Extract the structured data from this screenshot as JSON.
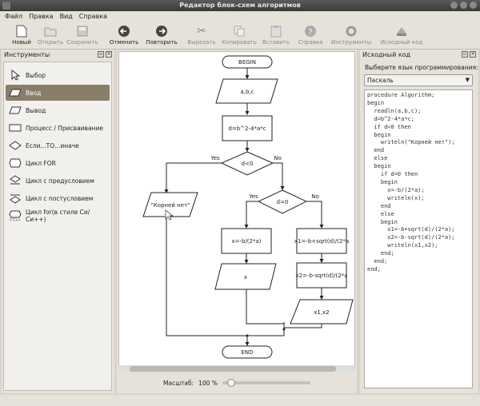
{
  "window": {
    "title": "Редактор блок-схем алгоритмов"
  },
  "menu": [
    "Файл",
    "Правка",
    "Вид",
    "Справка"
  ],
  "toolbar": [
    {
      "label": "Новый",
      "icon": "new-document-icon",
      "enabled": true
    },
    {
      "label": "Открыть",
      "icon": "open-folder-icon",
      "enabled": false
    },
    {
      "label": "Сохранить",
      "icon": "save-icon",
      "enabled": false
    },
    {
      "label": "Отменить",
      "icon": "undo-icon",
      "enabled": true
    },
    {
      "label": "Повторить",
      "icon": "redo-icon",
      "enabled": true
    },
    {
      "label": "Вырезать",
      "icon": "cut-icon",
      "enabled": false
    },
    {
      "label": "Копировать",
      "icon": "copy-icon",
      "enabled": false
    },
    {
      "label": "Вставить",
      "icon": "paste-icon",
      "enabled": false
    },
    {
      "label": "Справка",
      "icon": "help-icon",
      "enabled": false
    },
    {
      "label": "Инструменты",
      "icon": "tools-icon",
      "enabled": false
    },
    {
      "label": "Исходный код",
      "icon": "source-code-icon",
      "enabled": false
    }
  ],
  "tools_panel": {
    "title": "Инструменты",
    "items": [
      {
        "label": "Выбор",
        "icon": "cursor-icon",
        "selected": false
      },
      {
        "label": "Ввод",
        "icon": "input-block-icon",
        "selected": true
      },
      {
        "label": "Вывод",
        "icon": "output-block-icon",
        "selected": false
      },
      {
        "label": "Процесс / Присваивание",
        "icon": "process-block-icon",
        "selected": false
      },
      {
        "label": "Если...ТО...иначе",
        "icon": "if-block-icon",
        "selected": false
      },
      {
        "label": "Цикл FOR",
        "icon": "for-loop-icon",
        "selected": false
      },
      {
        "label": "Цикл с предусловием",
        "icon": "precondition-loop-icon",
        "selected": false
      },
      {
        "label": "Цикл с постусловием",
        "icon": "postcondition-loop-icon",
        "selected": false
      },
      {
        "label": "Цикл for(в стиле Си/Си++)",
        "icon": "c-for-loop-icon",
        "selected": false
      }
    ]
  },
  "flowchart": {
    "begin": "BEGIN",
    "input": "a,b,c",
    "process_d": "d=b^2-4*a*c",
    "cond1": "d<0",
    "cond1_yes": "Yes",
    "cond1_no": "No",
    "no_roots": "\"Корней нет\"",
    "cond2": "d=0",
    "cond2_yes": "Yes",
    "cond2_no": "No",
    "x_assign": "x=-b/(2*a)",
    "x_output": "x",
    "x1_assign": "x1=-b+sqrt(d)/(2*a",
    "x2_assign": "x2=-b-sqrt(d)/(2*a",
    "x12_output": "x1,x2",
    "end": "END"
  },
  "zoom": {
    "label": "Масштаб:",
    "value": "100 %"
  },
  "source_panel": {
    "title": "Исходный код",
    "lang_label": "Выберите язык программирования:",
    "lang_value": "Паскаль",
    "code": "procedure Algorithm;\nbegin\n  readln(a,b,c);\n  d=b^2-4*a*c;\n  if d<0 then\n  begin\n    writeln(\"Корней нет\");\n  end\n  else\n  begin\n    if d=0 then\n    begin\n      x=-b/(2*a);\n      writeln(x);\n    end\n    else\n    begin\n      x1=-b+sqrt(d)/(2*a);\n      x2=-b-sqrt(d)/(2*a);\n      writeln(x1,x2);\n    end;\n  end;\nend;"
  }
}
